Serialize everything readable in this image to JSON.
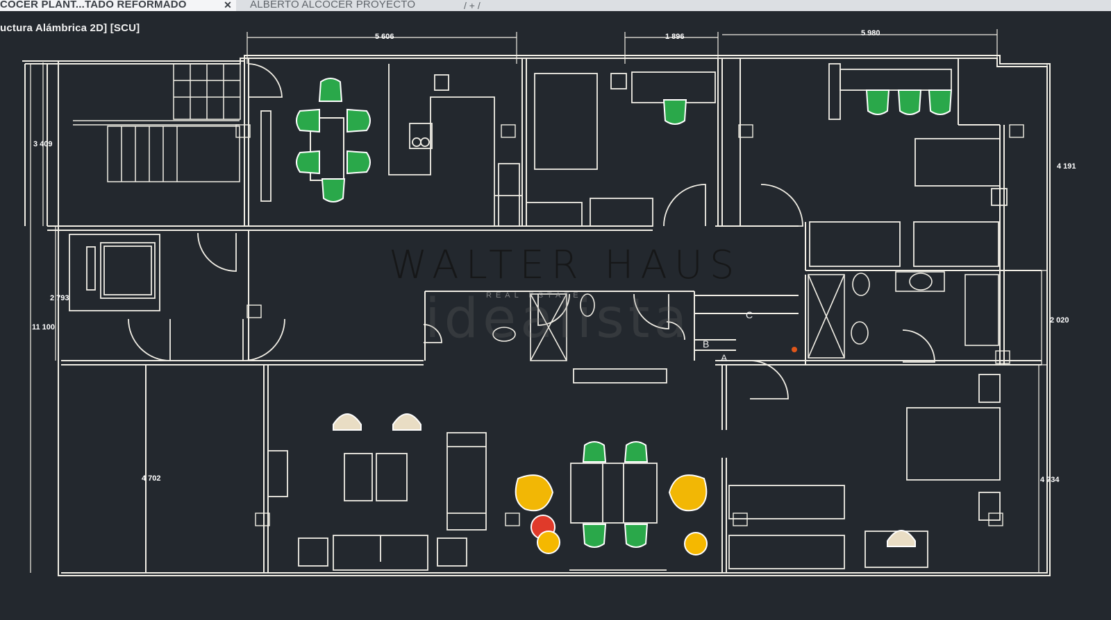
{
  "tabs": [
    {
      "label": "COCER PLANT...TADO REFORMADO",
      "active": true
    },
    {
      "label": "ALBERTO ALCOCER PROYECTO",
      "active": false
    }
  ],
  "tab_close_icon": "close-icon",
  "tab_add_icon": "plus-icon",
  "viewport": {
    "label": "uctura Alámbrica 2D] [SCU]"
  },
  "dimensions": {
    "top_1": "5 606",
    "top_2": "1 896",
    "top_3": "5 980",
    "left_1": "3 409",
    "left_2": "2 793",
    "left_3": "11 100",
    "left_4": "4 702",
    "right_1": "4 191",
    "right_2": "2 020",
    "right_3": "4 734"
  },
  "room_labels": {
    "a": "A",
    "b": "B",
    "c": "C"
  },
  "watermark": {
    "brand": "WALTER HAUS",
    "sub": "REAL ESTATE",
    "portal": "idealista"
  },
  "colors": {
    "background": "#23282e",
    "lines": "#f2efe6",
    "chair_green": "#2aa84a",
    "chair_yellow": "#f2b705",
    "chair_beige": "#e9ddc4",
    "stool_red": "#e03a2a",
    "stool_yellow": "#f5b800"
  }
}
